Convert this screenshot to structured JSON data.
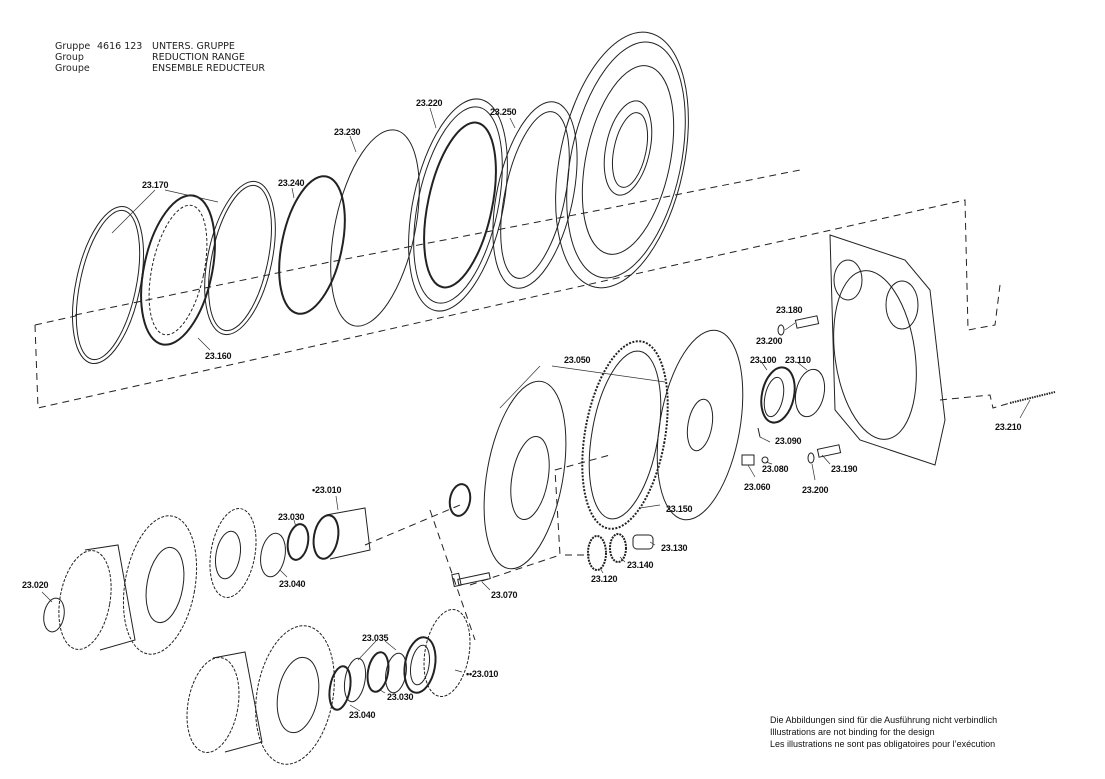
{
  "header": {
    "rows": [
      {
        "label": "Gruppe",
        "number": "4616 123",
        "title": "UNTERS. GRUPPE"
      },
      {
        "label": "Group",
        "number": "",
        "title": "REDUCTION RANGE"
      },
      {
        "label": "Groupe",
        "number": "",
        "title": "ENSEMBLE REDUCTEUR"
      }
    ]
  },
  "parts": [
    {
      "id": "p23170",
      "label": "23.170"
    },
    {
      "id": "p23160",
      "label": "23.160"
    },
    {
      "id": "p23240",
      "label": "23.240"
    },
    {
      "id": "p23230",
      "label": "23.230"
    },
    {
      "id": "p23220",
      "label": "23.220"
    },
    {
      "id": "p23250",
      "label": "23.250"
    },
    {
      "id": "p23180",
      "label": "23.180"
    },
    {
      "id": "p23200a",
      "label": "23.200"
    },
    {
      "id": "p23100",
      "label": "23.100"
    },
    {
      "id": "p23110",
      "label": "23.110"
    },
    {
      "id": "p23090",
      "label": "23.090"
    },
    {
      "id": "p23080",
      "label": "23.080"
    },
    {
      "id": "p23060",
      "label": "23.060"
    },
    {
      "id": "p23190",
      "label": "23.190"
    },
    {
      "id": "p23200b",
      "label": "23.200"
    },
    {
      "id": "p23210",
      "label": "23.210"
    },
    {
      "id": "p23050",
      "label": "23.050"
    },
    {
      "id": "p23150",
      "label": "23.150"
    },
    {
      "id": "p23130",
      "label": "23.130"
    },
    {
      "id": "p23140",
      "label": "23.140"
    },
    {
      "id": "p23120",
      "label": "23.120"
    },
    {
      "id": "p23010a",
      "label": "•23.010"
    },
    {
      "id": "p23030a",
      "label": "23.030"
    },
    {
      "id": "p23040a",
      "label": "23.040"
    },
    {
      "id": "p23070",
      "label": "23.070"
    },
    {
      "id": "p23020",
      "label": "23.020"
    },
    {
      "id": "p23035",
      "label": "23.035"
    },
    {
      "id": "p23030b",
      "label": "23.030"
    },
    {
      "id": "p23040b",
      "label": "23.040"
    },
    {
      "id": "p23010b",
      "label": "••23.010"
    }
  ],
  "disclaimer": [
    "Die Abbildungen sind für die Ausführung nicht verbindlich",
    "Illustrations are not binding for the design",
    "Les illustrations ne sont pas obligatoires pour l’exécution"
  ]
}
